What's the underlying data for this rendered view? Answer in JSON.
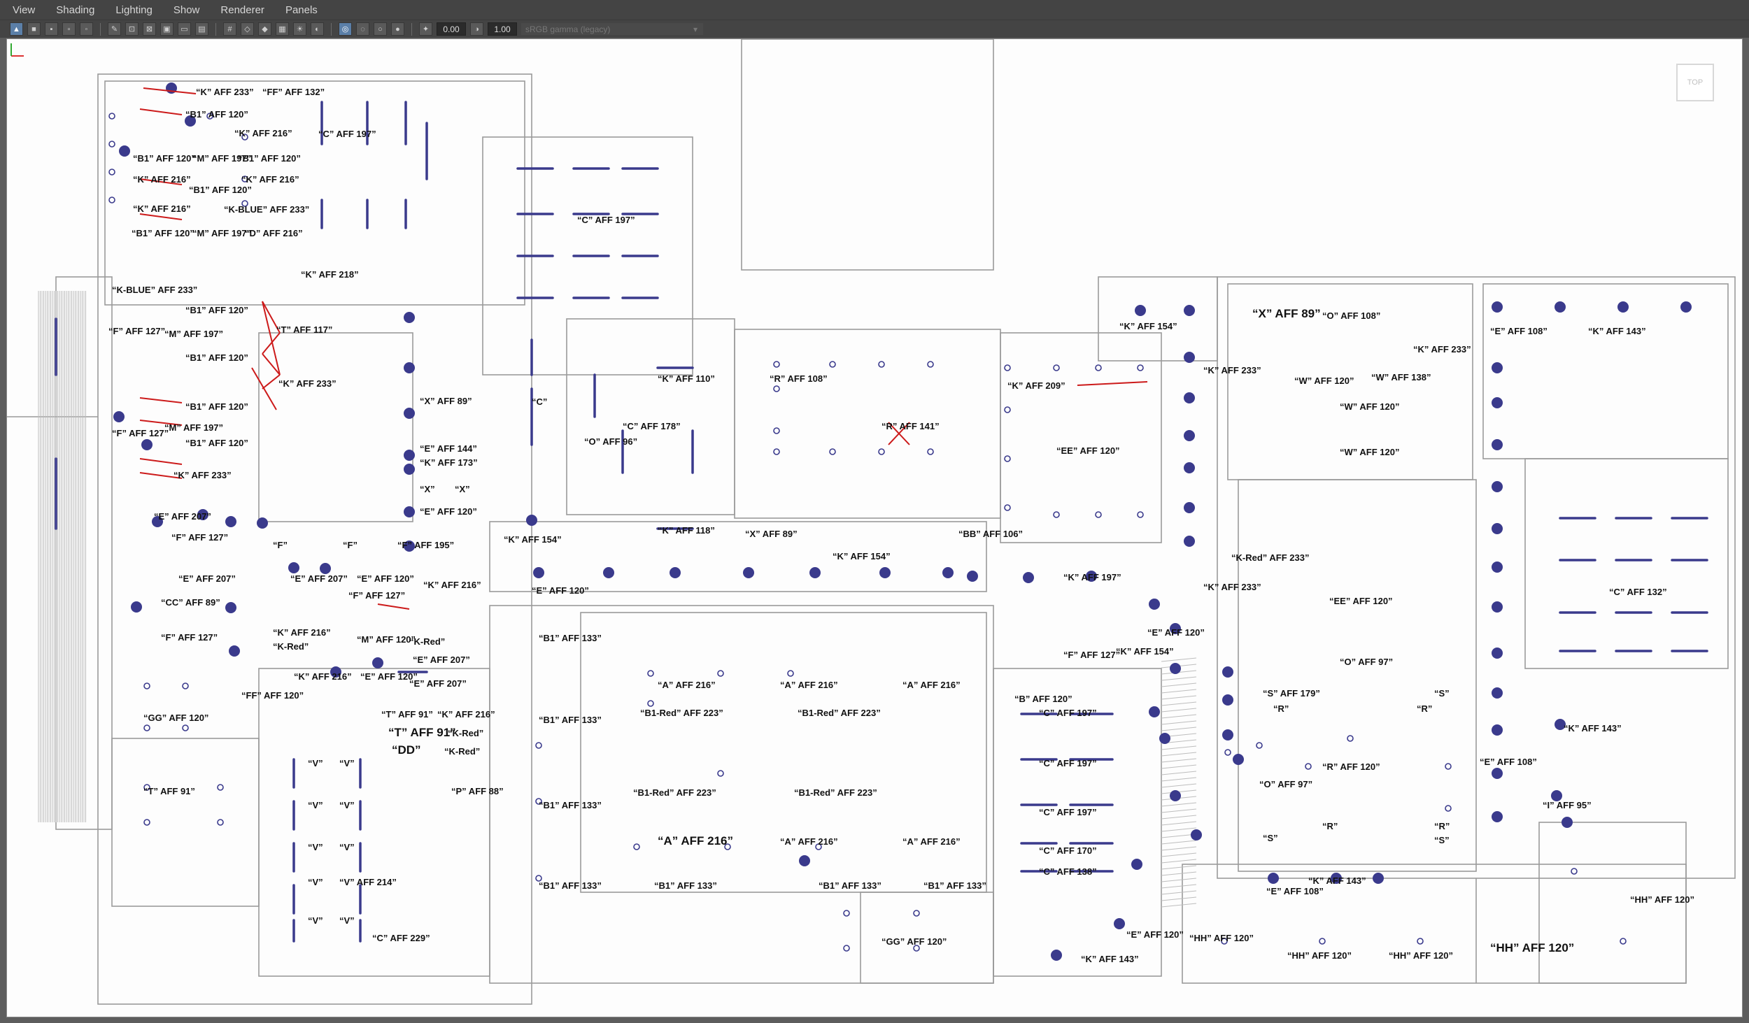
{
  "menu": [
    "View",
    "Shading",
    "Lighting",
    "Show",
    "Renderer",
    "Panels"
  ],
  "toolbar": {
    "value_a": "0.00",
    "value_b": "1.00",
    "color_space": "sRGB gamma (legacy)"
  },
  "view_cube_label": "TOP",
  "icons": [
    "select-camera-icon",
    "camera-attributes-icon",
    "bookmark-icon",
    "grid-icon",
    "wireframe-icon",
    "smooth-shade-icon",
    "lighting-icon",
    "isolate-icon",
    "xray-icon",
    "exposure-icon",
    "gamma-icon",
    "dropdown-arrow-icon"
  ],
  "accent_color": "#5b7fa8",
  "fixture_color": "#3a3a8c",
  "annotation_arrow_color": "#cc1a1a",
  "labels": [
    "“K” AFF 233”",
    "“FF” AFF 132”",
    "“B1” AFF 120”",
    "“K” AFF 216”",
    "“C” AFF 197”",
    "“B1” AFF 120”",
    "“M” AFF 197”",
    "“B1” AFF 120”",
    "“K” AFF 216”",
    "“K” AFF 216”",
    "“B1” AFF 120”",
    "“K-BLUE” AFF 233”",
    "“K” AFF 216”",
    "“B1” AFF 120”",
    "“M” AFF 197”",
    "“D” AFF 216”",
    "“K” AFF 218”",
    "“K-BLUE” AFF 233”",
    "“B1” AFF 120”",
    "“F” AFF 127”",
    "“M” AFF 197”",
    "“T” AFF 117”",
    "“B1” AFF 120”",
    "“K” AFF 233”",
    "“B1” AFF 120”",
    "“M” AFF 197”",
    "“F” AFF 127”",
    "“B1” AFF 120”",
    "“K” AFF 233”",
    "“X” AFF 89”",
    "“E” AFF 144”",
    "“K” AFF 173”",
    "“X”",
    "“X”",
    "“E” AFF 120”",
    "“C” AFF 197”",
    "“C”",
    "“K” AFF 110”",
    "“C” AFF 178”",
    "“O” AFF 96”",
    "“K” AFF 118”",
    "“K” AFF 154”",
    "“E” AFF 120”",
    "“R” AFF 108”",
    "“R” AFF 141”",
    "“X” AFF 89”",
    "“K” AFF 154”",
    "“BB” AFF 106”",
    "“K” AFF 209”",
    "“EE” AFF 120”",
    "“K” AFF 197”",
    "“E” AFF 207”",
    "“F” AFF 127”",
    "“F”",
    "“F”",
    "“F” AFF 195”",
    "“E” AFF 207”",
    "“E” AFF 207”",
    "“E” AFF 120”",
    "“K” AFF 216”",
    "“CC” AFF 89”",
    "“F” AFF 127”",
    "“F” AFF 127”",
    "“K” AFF 216”",
    "“K-Red”",
    "“M” AFF 120”",
    "“K-Red”",
    "“E” AFF 207”",
    "“E” AFF 207”",
    "“K” AFF 216”",
    "“E” AFF 120”",
    "“FF” AFF 120”",
    "“GG” AFF 120”",
    "“T” AFF 91”",
    "“T” AFF 91”",
    "“T” AFF 91”",
    "“DD”",
    "“K” AFF 216”",
    "“K-Red”",
    "“K-Red”",
    "“P” AFF 88”",
    "“V”",
    "“V”",
    "“V”",
    "“V”",
    "“V”",
    "“V”",
    "“V”",
    "“V” AFF 214”",
    "“V”",
    "“V”",
    "“C” AFF 229”",
    "“B1” AFF 133”",
    "“A” AFF 216”",
    "“A” AFF 216”",
    "“A” AFF 216”",
    "“B1” AFF 133”",
    "“B1-Red” AFF 223”",
    "“B1-Red” AFF 223”",
    "“B1” AFF 133”",
    "“B1-Red” AFF 223”",
    "“B1-Red” AFF 223”",
    "“A” AFF 216”",
    "“A” AFF 216”",
    "“A” AFF 216”",
    "“B1” AFF 133”",
    "“B1” AFF 133”",
    "“B1” AFF 133”",
    "“B1” AFF 133”",
    "“GG” AFF 120”",
    "“B” AFF 120”",
    "“C” AFF 197”",
    "“C” AFF 197”",
    "“C” AFF 197”",
    "“C” AFF 170”",
    "“C” AFF 138”",
    "“E” AFF 120”",
    "“K” AFF 143”",
    "“K” AFF 154”",
    "“K” AFF 233”",
    "“X” AFF 89”",
    "“O” AFF 108”",
    "“K” AFF 233”",
    "“W” AFF 120”",
    "“W” AFF 138”",
    "“W” AFF 120”",
    "“W” AFF 120”",
    "“E” AFF 108”",
    "“K” AFF 143”",
    "“K-Red” AFF 233”",
    "“K” AFF 233”",
    "“EE” AFF 120”",
    "“C” AFF 132”",
    "“E” AFF 120”",
    "“K” AFF 154”",
    "“F” AFF 127”",
    "“O” AFF 97”",
    "“S” AFF 179”",
    "“S”",
    "“R”",
    "“R”",
    "“R” AFF 120”",
    "“O” AFF 97”",
    "“K” AFF 143”",
    "“E” AFF 108”",
    "“I” AFF 95”",
    "“S”",
    "“R”",
    "“R”",
    "“S”",
    "“K” AFF 143”",
    "“E” AFF 108”",
    "“HH” AFF 120”",
    "“HH” AFF 120”",
    "“HH” AFF 120”",
    "“HH” AFF 120”",
    "“HH” AFF 120”"
  ]
}
